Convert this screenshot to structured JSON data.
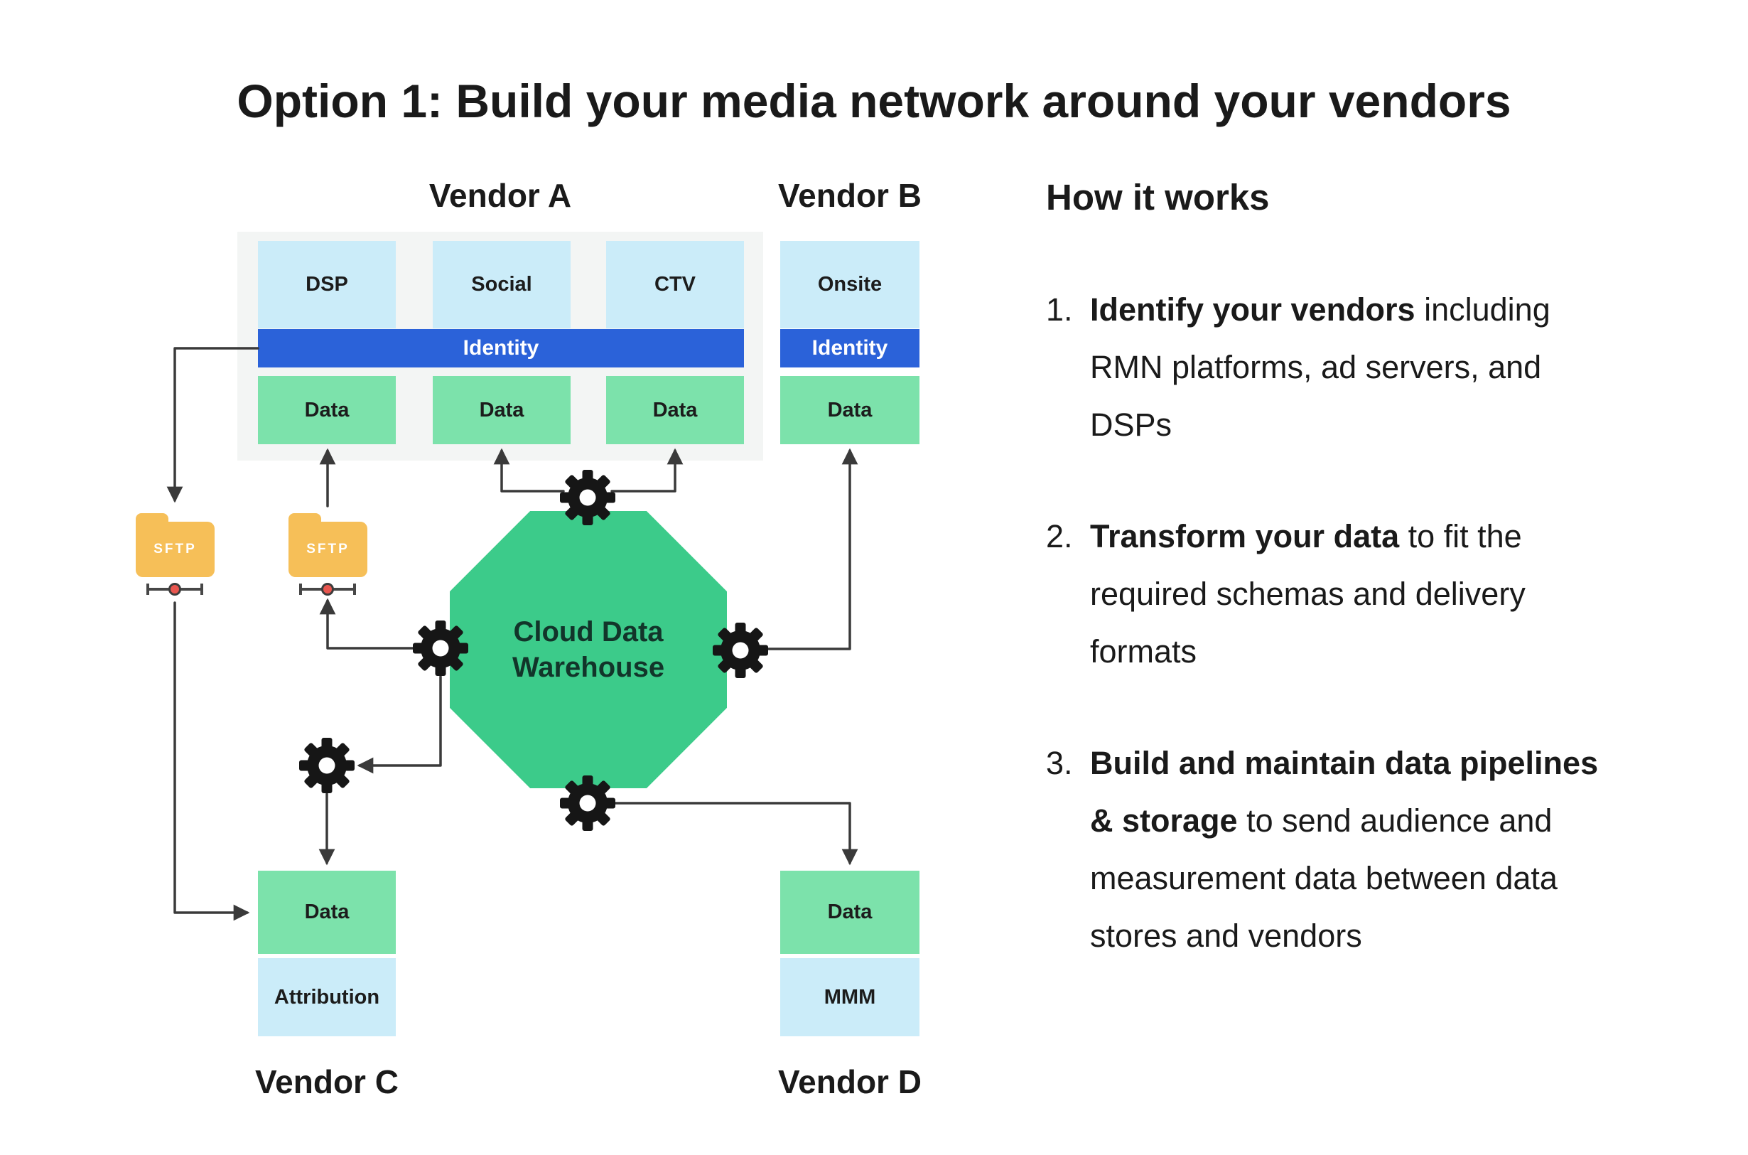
{
  "title": "Option 1: Build your media network around your vendors",
  "colors": {
    "light_blue": "#cbecf9",
    "identity_blue": "#2b62d9",
    "data_green": "#7ce2ab",
    "warehouse_green": "#3ccb8a",
    "folder_orange": "#f6bf58",
    "node_red": "#e9564f",
    "arrow_dark": "#3a3a3a",
    "text_dark": "#1a1a1a",
    "group_gray": "#f3f5f4"
  },
  "diagram": {
    "vendor_a": {
      "label": "Vendor A",
      "identity": "Identity",
      "columns": [
        {
          "top": "DSP",
          "data": "Data"
        },
        {
          "top": "Social",
          "data": "Data"
        },
        {
          "top": "CTV",
          "data": "Data"
        }
      ]
    },
    "vendor_b": {
      "label": "Vendor B",
      "top": "Onsite",
      "identity": "Identity",
      "data": "Data"
    },
    "warehouse": {
      "line1": "Cloud Data",
      "line2": "Warehouse"
    },
    "sftp_label": "SFTP",
    "vendor_c": {
      "label": "Vendor C",
      "data": "Data",
      "secondary": "Attribution"
    },
    "vendor_d": {
      "label": "Vendor D",
      "data": "Data",
      "secondary": "MMM"
    }
  },
  "howto": {
    "heading": "How it works",
    "items": [
      {
        "number": "1.",
        "bold": "Identify your vendors",
        "rest": " including RMN platforms, ad servers, and DSPs"
      },
      {
        "number": "2.",
        "bold": "Transform your data",
        "rest": " to fit the required schemas and delivery formats"
      },
      {
        "number": "3.",
        "bold": "Build and maintain data pipelines & storage",
        "rest": " to send audience and measurement data between data stores and vendors"
      }
    ]
  }
}
